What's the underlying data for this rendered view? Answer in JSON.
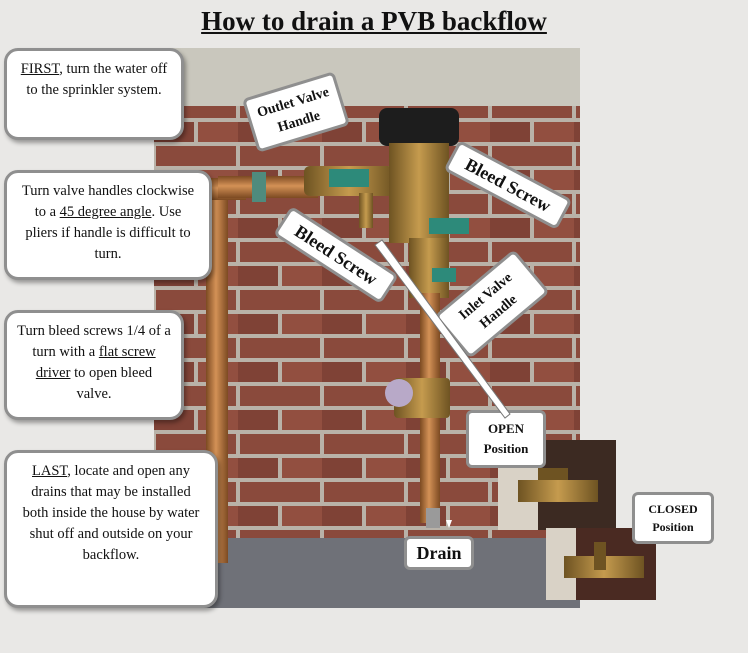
{
  "title": "How to drain a PVB backflow",
  "steps": {
    "first": {
      "lead": "FIRST",
      "rest": ", turn the water off to the sprinkler system."
    },
    "second": {
      "pre": "Turn valve handles clockwise to a ",
      "emph": "45 degree angle",
      "post": ". Use pliers if handle is difficult to turn."
    },
    "third": {
      "pre": "Turn bleed screws 1/4 of a turn with a ",
      "emph": "flat screw  driver",
      "post": " to open bleed valve."
    },
    "last": {
      "lead": "LAST",
      "rest": ", locate and open any drains that may be installed both inside the house by water shut off and  outside on your backflow."
    }
  },
  "labels": {
    "outlet_valve": "Outlet Valve Handle",
    "bleed_screw_right": "Bleed Screw",
    "bleed_screw_left": "Bleed Screw",
    "inlet_valve": "Inlet Valve Handle",
    "open_position_a": "OPEN",
    "open_position_b": "Position",
    "closed_position_a": "CLOSED",
    "closed_position_b": "Position",
    "drain": "Drain"
  },
  "colors": {
    "brick": "#8a4a3c",
    "mortar": "#b9b2a8",
    "copper": "#b9763d",
    "brass": "#a8823a",
    "box_border": "#8f8f8f"
  }
}
